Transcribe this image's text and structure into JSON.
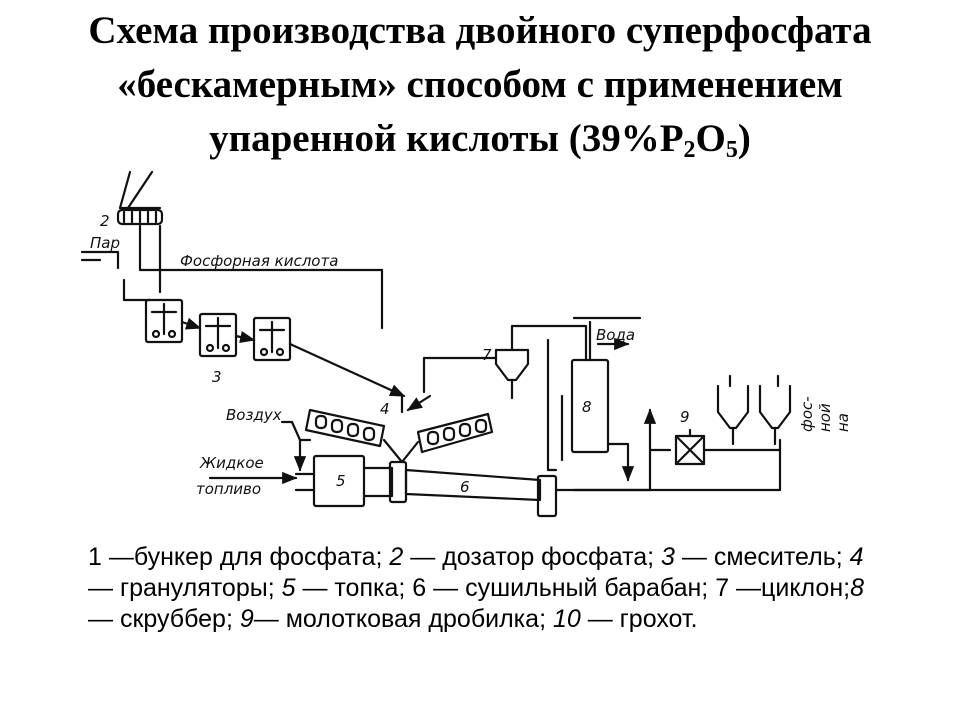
{
  "title": {
    "line1": "Схема производства двойного суперфосфата",
    "line2": "«бескамерным» способом с применением",
    "line3_prefix": "упаренной кислоты (39%P",
    "line3_sub1": "2",
    "line3_mid": "O",
    "line3_sub2": "5",
    "line3_suffix": ")"
  },
  "diagram": {
    "labels": {
      "steam": "Пар",
      "phosphoric_acid": "Фосфорная кислота",
      "water": "Вода",
      "air": "Воздух",
      "liquid_fuel_1": "Жидкое",
      "liquid_fuel_2": "топливо",
      "product_1": "ной",
      "product_2": "фос-",
      "product_3": "на",
      "n2": "2",
      "n3": "3",
      "n4": "4",
      "n5": "5",
      "n6": "6",
      "n7": "7",
      "n8": "8",
      "n9": "9"
    }
  },
  "caption": {
    "p1": "1 —бункер для фосфата; ",
    "n2": "2",
    "p2": " — дозатор фосфата; ",
    "n3": "3",
    "p3": " — смеситель; ",
    "n4": "4",
    "p4": " — грануляторы; ",
    "n5": "5",
    "p5": " — топка; 6 — сушильный барабан; 7 —циклон;",
    "n8": "8",
    "p8": " — скруббер; ",
    "n9": "9",
    "p9": "— молотковая дробилка; ",
    "n10": "10",
    "p10": " — грохот."
  }
}
